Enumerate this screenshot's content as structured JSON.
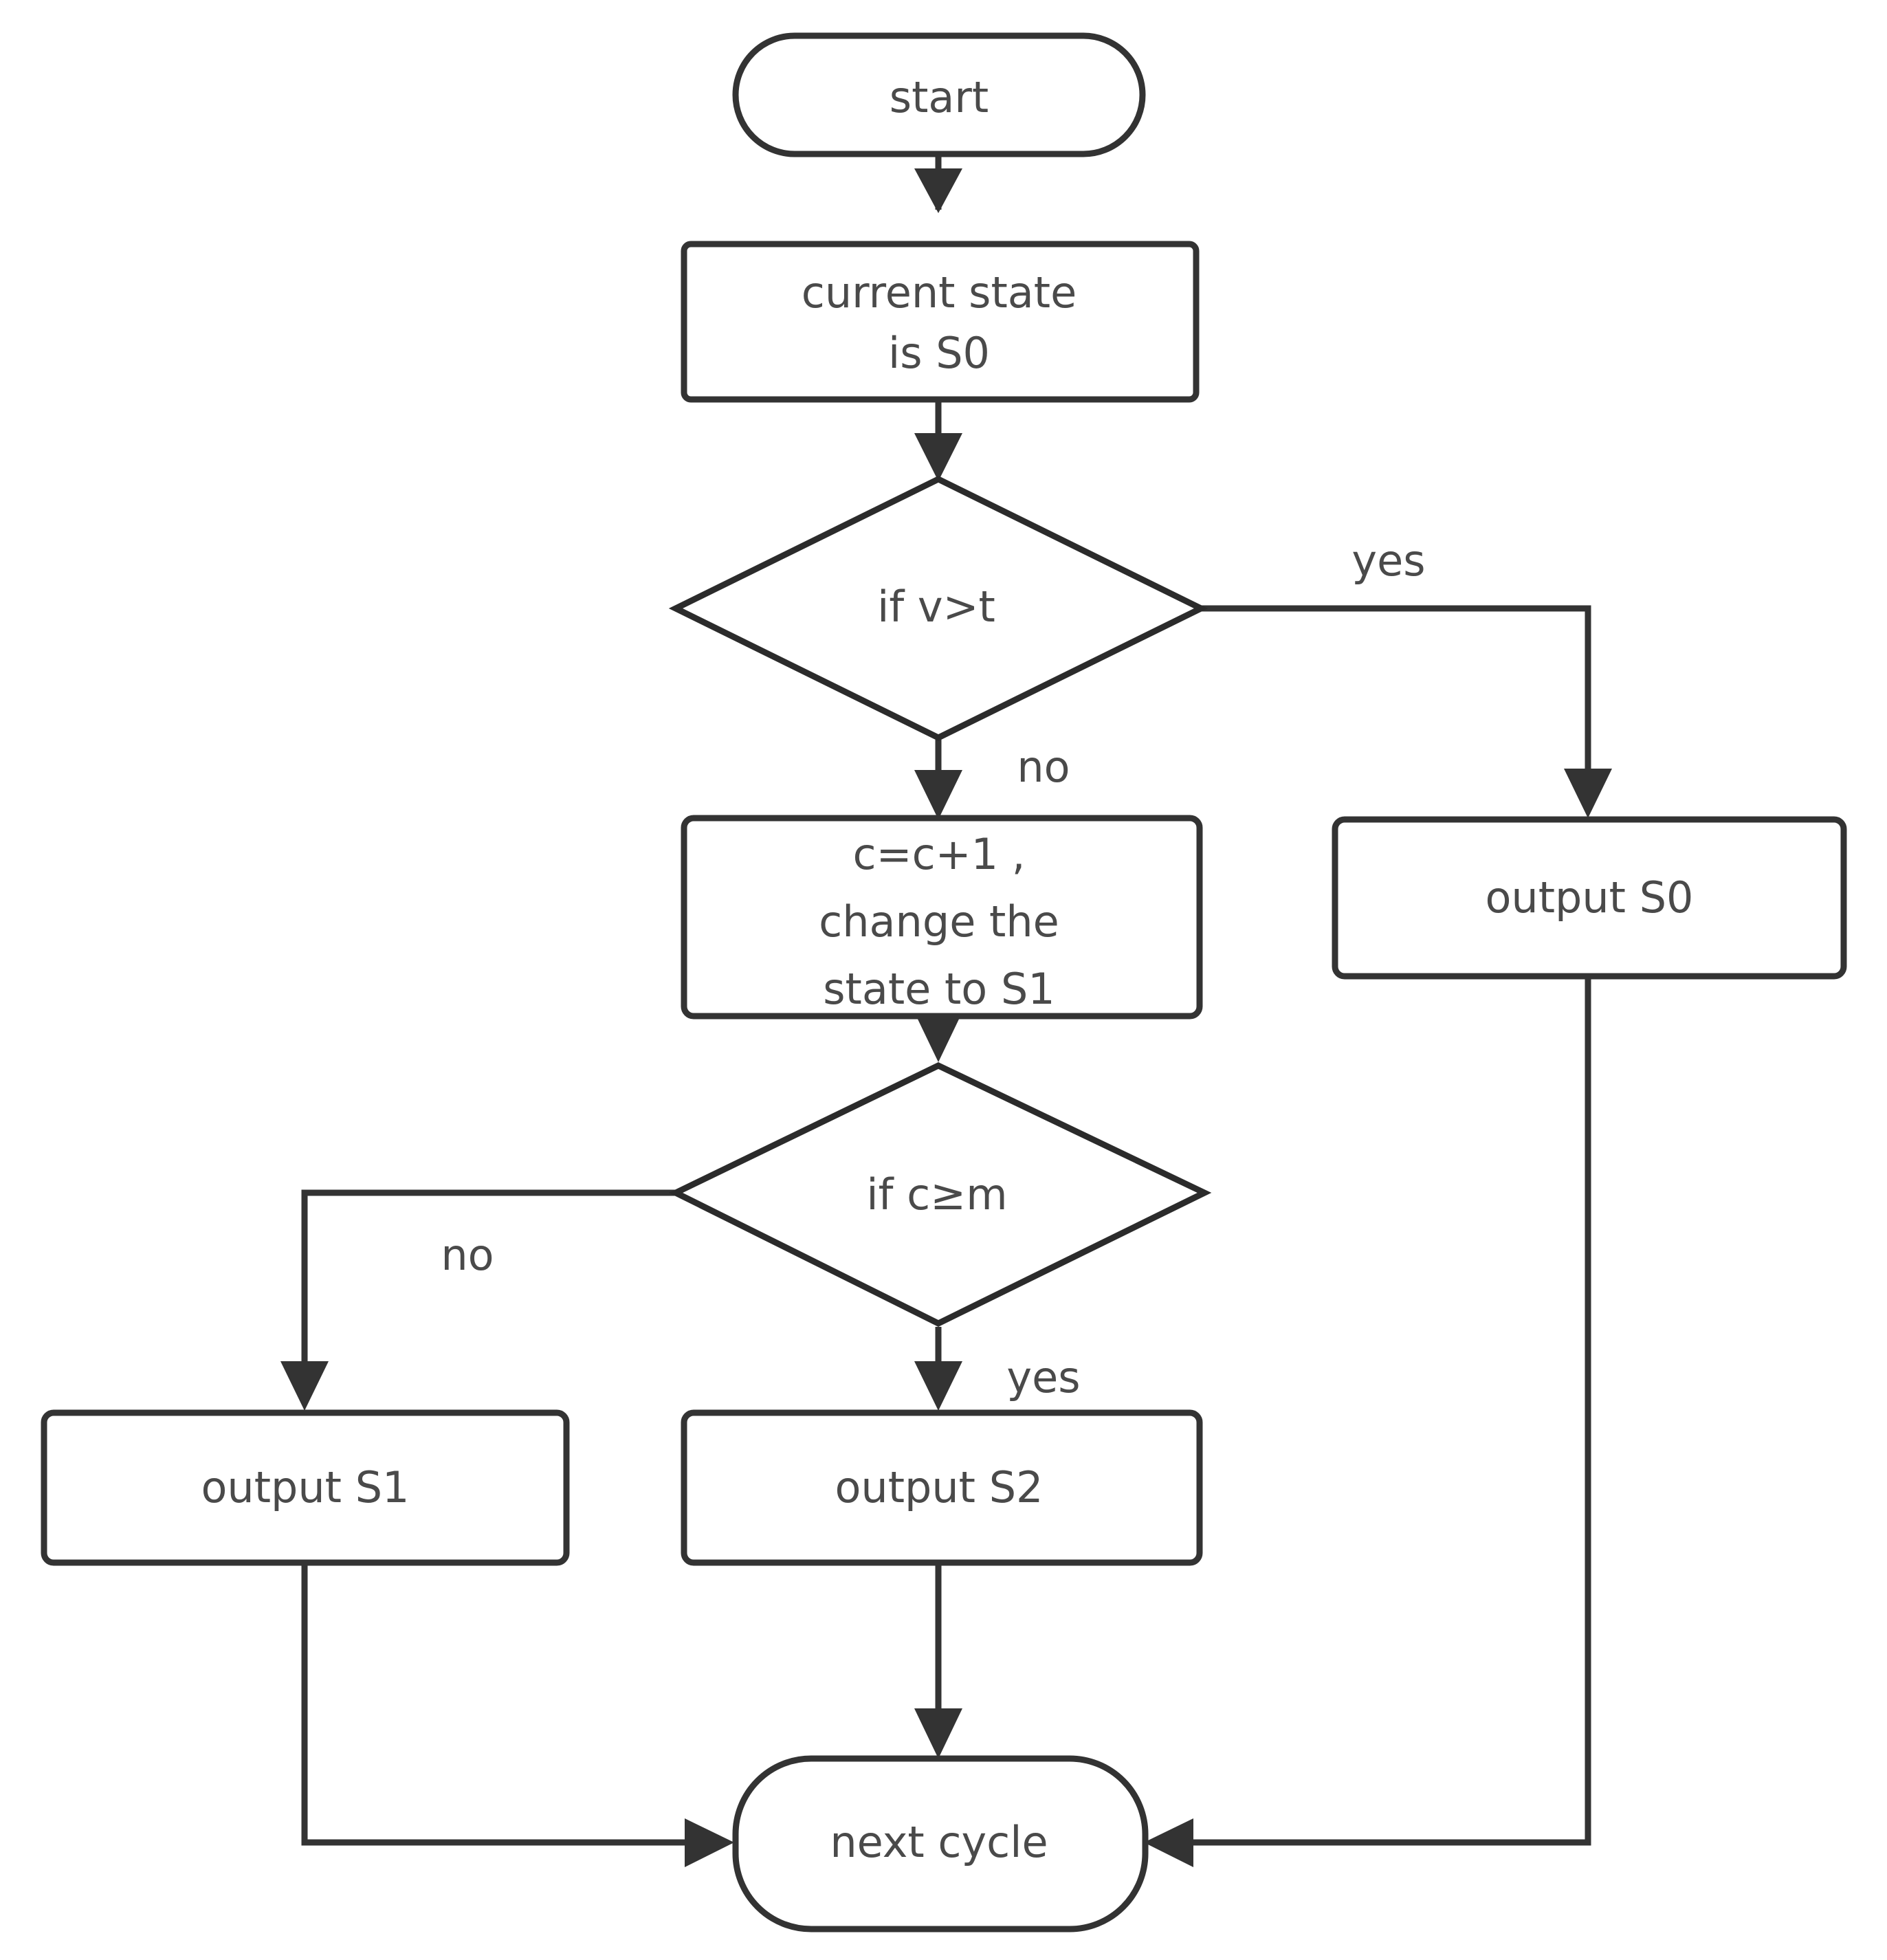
{
  "diagram": {
    "type": "flowchart",
    "orientation": "top-to-bottom",
    "background_color": "#ffffff",
    "stroke_color": "#333333",
    "text_color": "#4a4a4a",
    "nodes": [
      {
        "id": "start",
        "shape": "stadium",
        "label": "start",
        "lines": [
          "start"
        ]
      },
      {
        "id": "curstate",
        "shape": "rectangle",
        "label": "current state is  S0",
        "lines": [
          "current state",
          "is  S0"
        ]
      },
      {
        "id": "ifvt",
        "shape": "diamond",
        "label": "if v>t",
        "lines": [
          "if v>t"
        ]
      },
      {
        "id": "inc",
        "shape": "rectangle",
        "label": "c=c+1, change the state to S1",
        "lines": [
          "c=c+1 ,",
          "change the",
          "state to S1"
        ]
      },
      {
        "id": "outS0",
        "shape": "rectangle",
        "label": "output S0",
        "lines": [
          "output S0"
        ]
      },
      {
        "id": "ifcm",
        "shape": "diamond",
        "label": "if c≥m",
        "lines": [
          "if c≥m"
        ]
      },
      {
        "id": "outS1",
        "shape": "rectangle",
        "label": "output S1",
        "lines": [
          "output S1"
        ]
      },
      {
        "id": "outS2",
        "shape": "rectangle",
        "label": "output S2",
        "lines": [
          "output S2"
        ]
      },
      {
        "id": "nextcycle",
        "shape": "stadium",
        "label": "next cycle",
        "lines": [
          "next cycle"
        ]
      }
    ],
    "edges": [
      {
        "from": "start",
        "to": "curstate",
        "label": ""
      },
      {
        "from": "curstate",
        "to": "ifvt",
        "label": ""
      },
      {
        "from": "ifvt",
        "to": "outS0",
        "label": "yes"
      },
      {
        "from": "ifvt",
        "to": "inc",
        "label": "no"
      },
      {
        "from": "inc",
        "to": "ifcm",
        "label": ""
      },
      {
        "from": "ifcm",
        "to": "outS1",
        "label": "no"
      },
      {
        "from": "ifcm",
        "to": "outS2",
        "label": "yes"
      },
      {
        "from": "outS1",
        "to": "nextcycle",
        "label": ""
      },
      {
        "from": "outS2",
        "to": "nextcycle",
        "label": ""
      },
      {
        "from": "outS0",
        "to": "nextcycle",
        "label": ""
      }
    ],
    "edge_labels": {
      "ifvt_yes": "yes",
      "ifvt_no": "no",
      "ifcm_no": "no",
      "ifcm_yes": "yes"
    }
  }
}
